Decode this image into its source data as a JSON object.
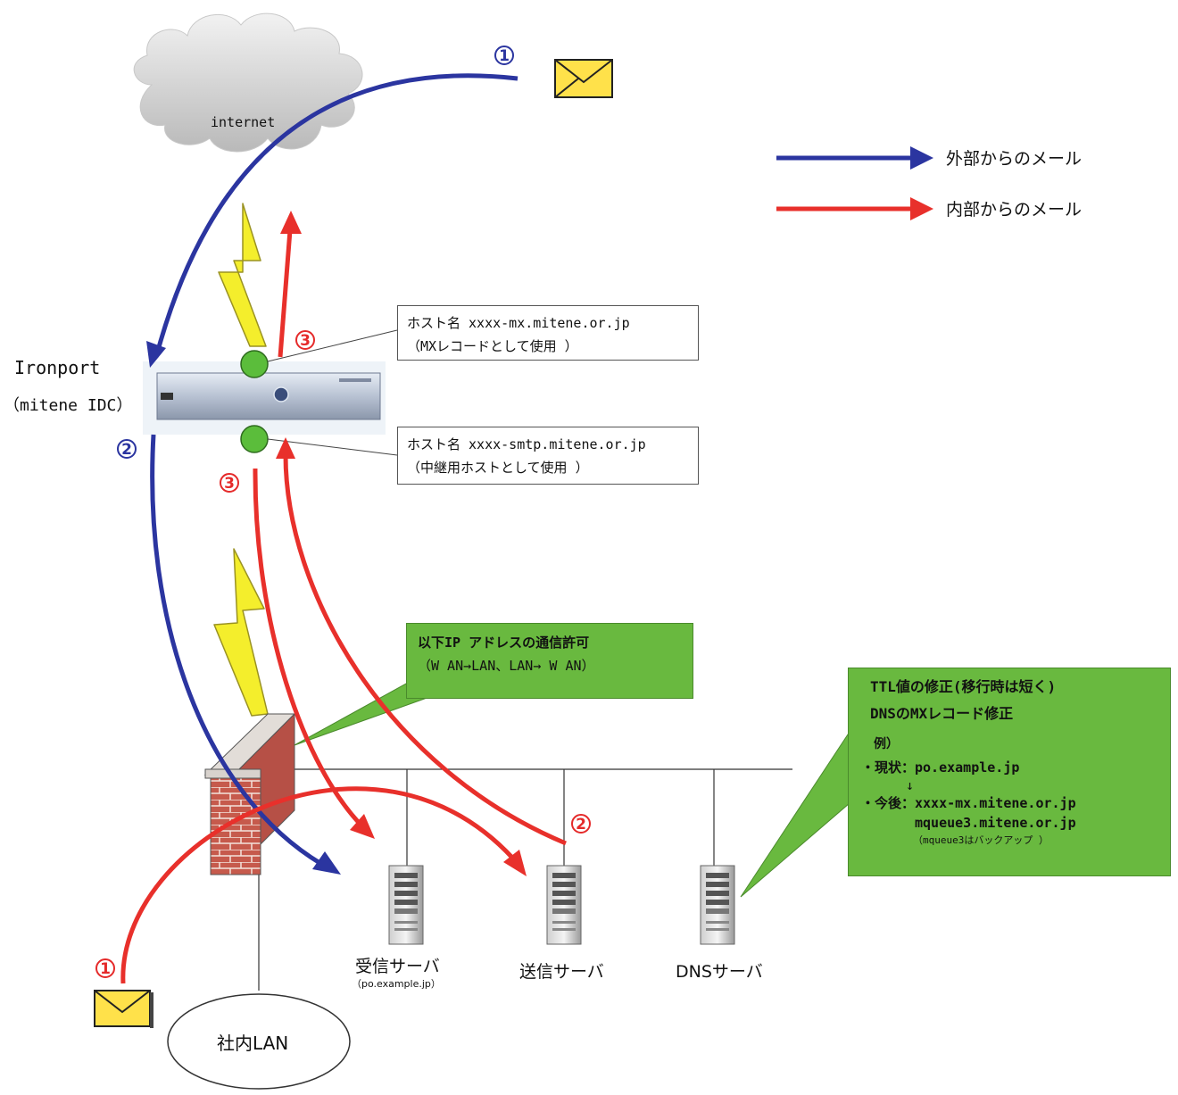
{
  "cloud": {
    "label": "internet"
  },
  "legend": [
    {
      "label": "外部からのメール",
      "color": "#2b35a0"
    },
    {
      "label": "内部からのメール",
      "color": "#e8302b"
    }
  ],
  "ironport": {
    "name": "Ironport",
    "location": "（mitene IDC）"
  },
  "host_mx": {
    "line1": "ホスト名 xxxx-mx.mitene.or.jp",
    "line2": "（MXレコードとして使用 ）"
  },
  "host_smtp": {
    "line1": "ホスト名 xxxx-smtp.mitene.or.jp",
    "line2": "（中継用ホストとして使用 ）"
  },
  "firewall_note": {
    "line1": "以下IP アドレスの通信許可",
    "line2": "（W AN→LAN、LAN→ W AN）"
  },
  "dns_note": {
    "line1": "TTL値の修正(移行時は短く)",
    "line2": "DNSのMXレコード修正",
    "line3": "例）",
    "line4": "・現状：po.example.jp",
    "arrow": "↓",
    "line5": "・今後：xxxx-mx.mitene.or.jp",
    "line6": "mqueue3.mitene.or.jp",
    "line7": "（mqueue3はバックアップ ）"
  },
  "servers": {
    "receive": {
      "label": "受信サーバ",
      "sub": "（po.example.jp）"
    },
    "send": {
      "label": "送信サーバ"
    },
    "dns": {
      "label": "DNSサーバ"
    }
  },
  "lan": {
    "label": "社内LAN"
  },
  "markers": {
    "blue1": "1",
    "blue2": "2",
    "red1": "1",
    "red2": "2",
    "red3a": "3",
    "red3b": "3"
  },
  "colors": {
    "blue": "#2b35a0",
    "red": "#e8302b",
    "green_box": "#69b93f",
    "envelope": "#ffe14a",
    "node": "#5bbd3b"
  }
}
